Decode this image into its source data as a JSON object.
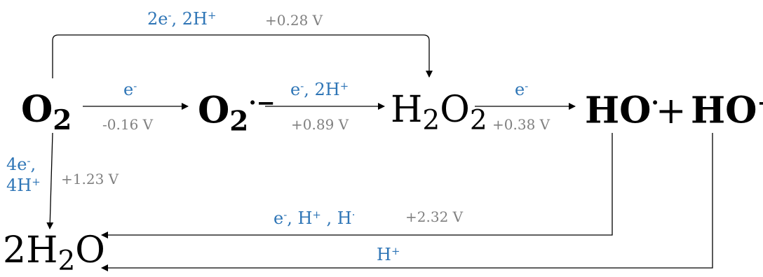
{
  "species": {
    "o2": {
      "base": "O",
      "sub": "2"
    },
    "superoxide": {
      "base": "O",
      "sub": "2",
      "sup": "·−"
    },
    "h2o2": {
      "a": "H",
      "sub1": "2",
      "b": "O",
      "sub2": "2"
    },
    "hydroxyl": {
      "base": "HO",
      "sup": "·"
    },
    "plus": "+",
    "hydroxide": {
      "base": "HO",
      "sup": "−"
    },
    "water": {
      "a": "2H",
      "sub": "2",
      "b": "O"
    }
  },
  "reactions": {
    "o2_to_superoxide": {
      "reagent": {
        "base": "e",
        "sup": "-"
      },
      "potential": "-0.16 V"
    },
    "superoxide_to_h2o2": {
      "reagent": {
        "base": "e",
        "sup": "-",
        "rest": ", 2H",
        "sup2": "+"
      },
      "potential": "+0.89 V"
    },
    "h2o2_to_hydroxyl": {
      "reagent": {
        "base": "e",
        "sup": "-"
      },
      "potential": "+0.38 V"
    },
    "o2_to_h2o2": {
      "reagent": {
        "base": "2e",
        "sup": "-",
        "rest": ", 2H",
        "sup2": "+"
      },
      "potential": "+0.28 V"
    },
    "o2_to_water": {
      "line1": {
        "base": "4e",
        "sup": "-",
        "rest": ","
      },
      "line2": {
        "base": "4H",
        "sup": "+"
      },
      "potential": "+1.23 V"
    },
    "hydroxyl_to_water": {
      "reagent": {
        "base": "e",
        "sup": "-",
        "rest": ", H",
        "sup2": "+",
        "rest2": " , H",
        "sup3": "·"
      },
      "potential": "+2.32 V"
    },
    "hydroxide_to_water": {
      "reagent": {
        "base": "H",
        "sup": "+"
      }
    }
  },
  "colors": {
    "reagent": "#2E75B6",
    "potential": "#808080",
    "species": "#000000",
    "arrow": "#000000"
  }
}
